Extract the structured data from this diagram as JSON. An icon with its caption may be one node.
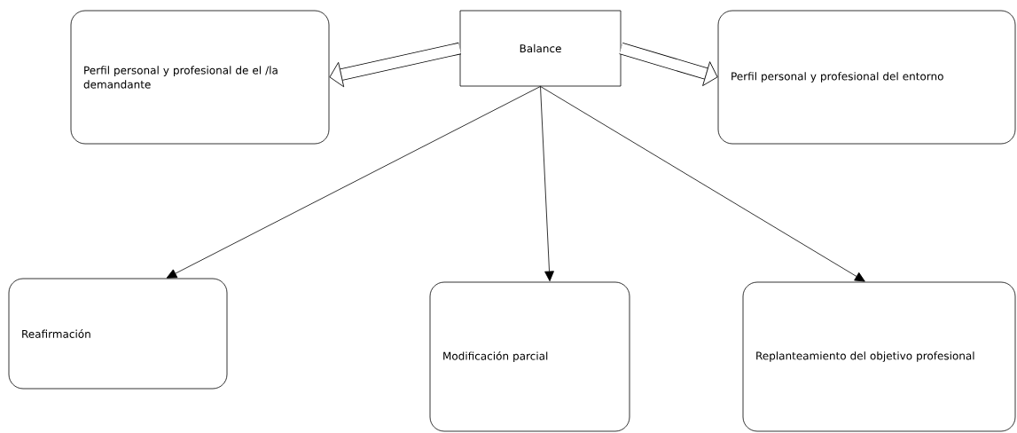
{
  "diagram": {
    "nodes": [
      {
        "text": [
          "Perfil personal y profesional de el /la demandante"
        ]
      },
      {
        "text": [
          "Balance"
        ]
      },
      {
        "text": [
          "Perfil personal y profesional del entorno"
        ]
      },
      {
        "text": [
          "Reafirmación"
        ]
      },
      {
        "text": [
          "Modificación parcial"
        ]
      },
      {
        "text": [
          "Replanteamiento del objetivo profesional"
        ]
      }
    ],
    "edges": [
      {
        "from": 1,
        "to": 0,
        "arrow": "to",
        "style": "thick"
      },
      {
        "from": 1,
        "to": 2,
        "arrow": "to",
        "style": "thick"
      },
      {
        "from": 1,
        "to": 3,
        "arrow": "to"
      },
      {
        "from": 1,
        "to": 4,
        "arrow": "to"
      },
      {
        "from": 1,
        "to": 5,
        "arrow": "to"
      }
    ]
  }
}
